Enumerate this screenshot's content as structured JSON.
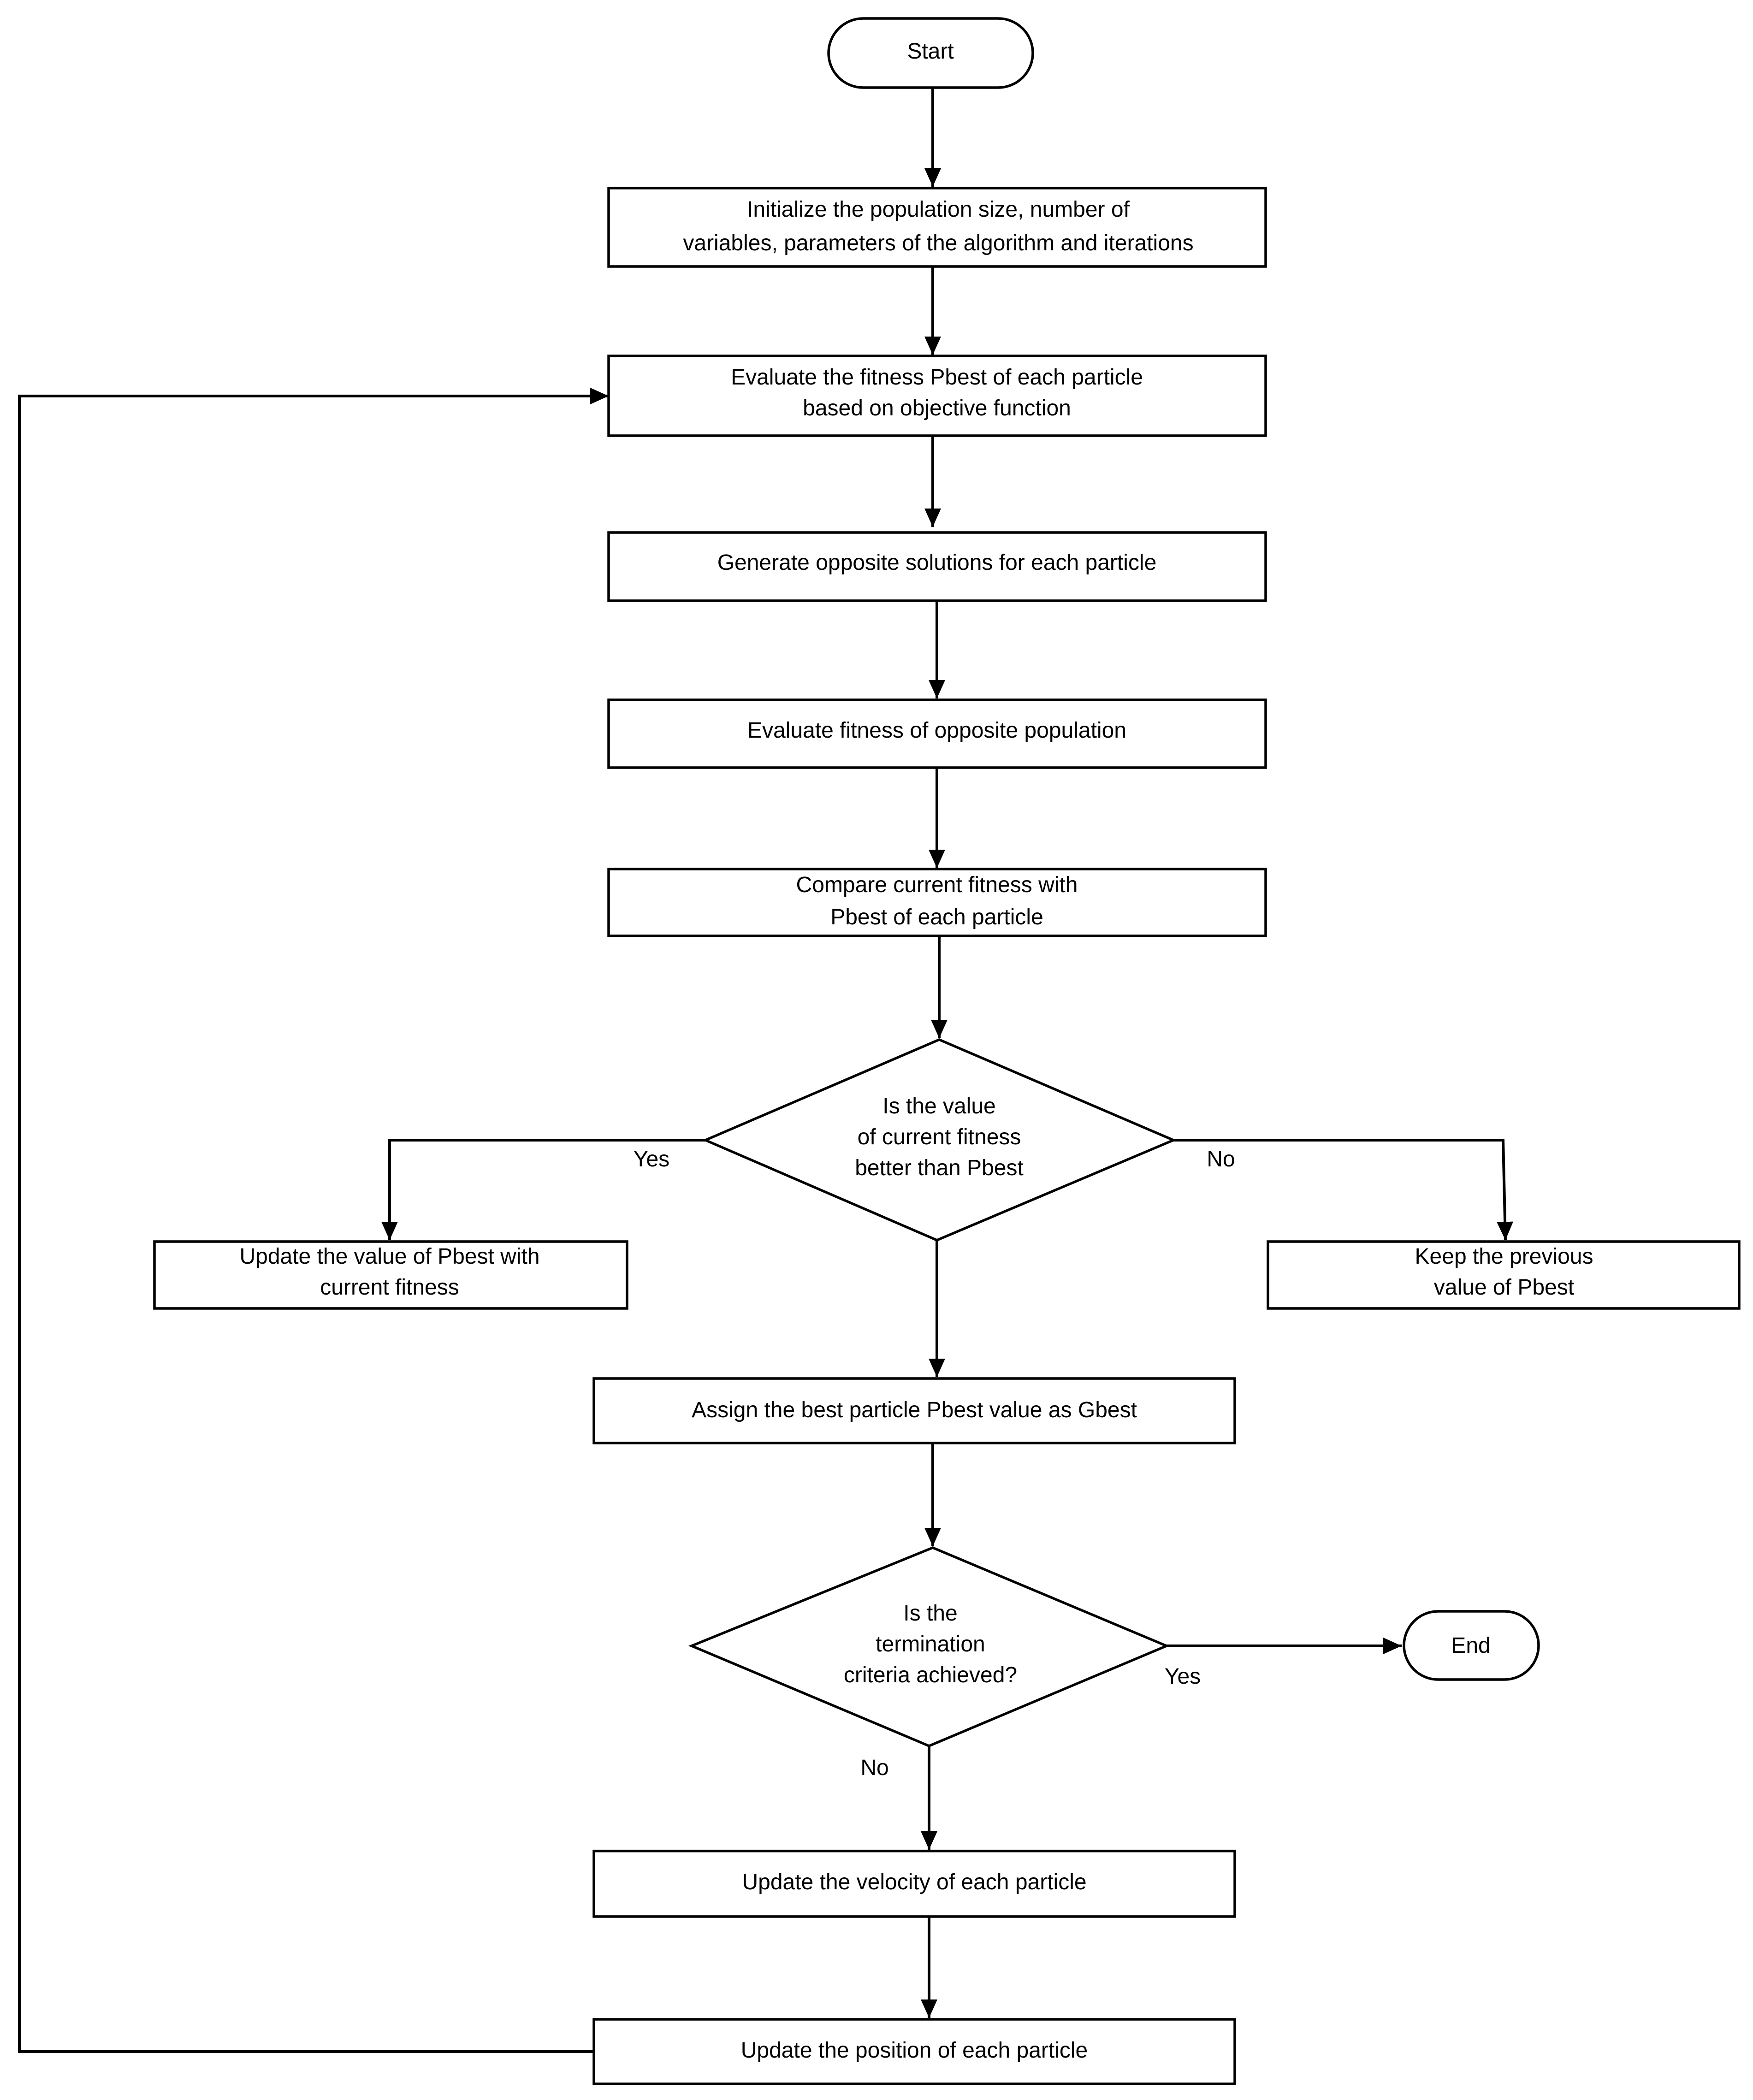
{
  "nodes": {
    "start": [
      "Start"
    ],
    "init": [
      "Initialize the population size, number of",
      "variables, parameters of the algorithm  and iterations"
    ],
    "eval_pbest": [
      "Evaluate the fitness Pbest of each particle",
      "based on objective function"
    ],
    "opposite": [
      "Generate opposite solutions for each particle"
    ],
    "eval_opp": [
      "Evaluate fitness of opposite population"
    ],
    "compare": [
      "Compare current fitness with",
      "Pbest of each particle"
    ],
    "dec_better": [
      "Is the value",
      "of current fitness",
      "better than Pbest"
    ],
    "update_pbest": [
      "Update the value of Pbest with",
      "current fitness"
    ],
    "keep_pbest": [
      "Keep the previous",
      "value of Pbest"
    ],
    "assign_gbest": [
      "Assign the best particle Pbest  value as Gbest"
    ],
    "dec_term": [
      "Is the",
      "termination",
      "criteria achieved?"
    ],
    "end": [
      "End"
    ],
    "velocity": [
      "Update the velocity of each particle"
    ],
    "position": [
      "Update the position of each particle"
    ]
  },
  "edge_labels": {
    "better_yes": "Yes",
    "better_no": "No",
    "term_yes": "Yes",
    "term_no": "No"
  }
}
